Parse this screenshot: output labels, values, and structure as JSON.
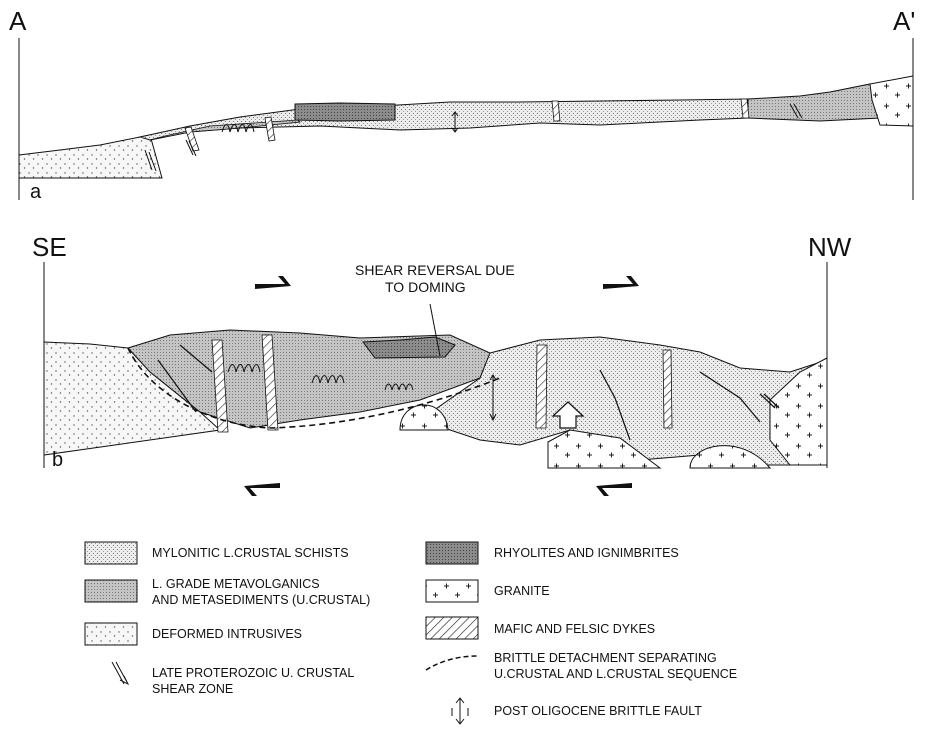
{
  "section_a": {
    "left_label": "A",
    "right_label": "A'",
    "panel_label": "a"
  },
  "section_b": {
    "left_label": "SE",
    "right_label": "NW",
    "panel_label": "b",
    "annotation_line1": "SHEAR REVERSAL DUE",
    "annotation_line2": "TO DOMING"
  },
  "legend": [
    {
      "id": "mylonitic",
      "label": "MYLONITIC L.CRUSTAL SCHISTS",
      "pattern": "fine-dots"
    },
    {
      "id": "lowgrade",
      "label_line1": "L. GRADE METAVOLGANICS",
      "label_line2": "AND METASEDIMENTS (U.CRUSTAL)",
      "pattern": "grey-dots"
    },
    {
      "id": "intrusives",
      "label": "DEFORMED INTRUSIVES",
      "pattern": "sparse-dots"
    },
    {
      "id": "shearzone",
      "label_line1": "LATE PROTEROZOIC U. CRUSTAL",
      "label_line2": "SHEAR ZONE",
      "pattern": "shear-symbol"
    },
    {
      "id": "rhyolites",
      "label": "RHYOLITES AND IGNIMBRITES",
      "pattern": "dark-dots"
    },
    {
      "id": "granite",
      "label": "GRANITE",
      "pattern": "crosses"
    },
    {
      "id": "dykes",
      "label": "MAFIC AND FELSIC DYKES",
      "pattern": "hatch"
    },
    {
      "id": "detachment",
      "label_line1": "BRITTLE DETACHMENT SEPARATING",
      "label_line2": "U.CRUSTAL AND L.CRUSTAL SEQUENCE",
      "pattern": "dashed-line"
    },
    {
      "id": "fault",
      "label": "POST OLIGOCENE BRITTLE FAULT",
      "pattern": "fault-symbol"
    }
  ],
  "colors": {
    "ink": "#111111",
    "mylonitic_fill": "#e9e9e9",
    "lowgrade_fill": "#c6c6c6",
    "rhyolite_fill": "#8a8a8a",
    "intrusive_fill": "#f6f6f6"
  }
}
